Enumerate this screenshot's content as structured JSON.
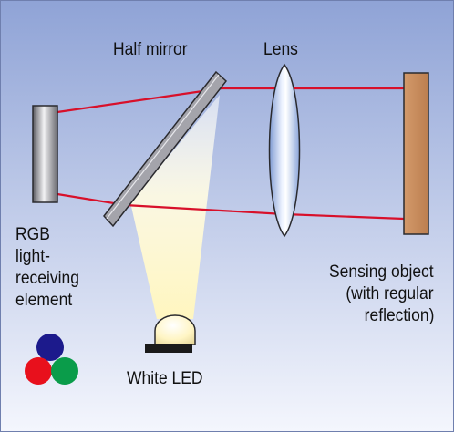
{
  "colors": {
    "background_top": "#8fa3d6",
    "background_bottom": "#f4f6fd",
    "border": "#6f7fae",
    "beam": "#d8102a",
    "light_cone": "#fff6bf",
    "lens": "#a8bfe8",
    "sensing_object": "#c8895a",
    "sensor": "#8a8a90",
    "mirror": "#9a9aa2",
    "led_dome": "#fff8cc",
    "led_base": "#1a1a1a",
    "rgb_red": "#e8101c",
    "rgb_green": "#0a9c4a",
    "rgb_blue": "#1c1a8c"
  },
  "labels": {
    "half_mirror": "Half mirror",
    "lens": "Lens",
    "rgb_element": [
      "RGB",
      "light-",
      "receiving",
      "element"
    ],
    "sensing_object": [
      "Sensing object",
      "(with regular",
      "reflection)"
    ],
    "white_led": "White LED"
  },
  "icons": [
    "rgb-sensor-icon",
    "half-mirror-icon",
    "lens-icon",
    "white-led-icon",
    "rgb-dots-icon"
  ]
}
